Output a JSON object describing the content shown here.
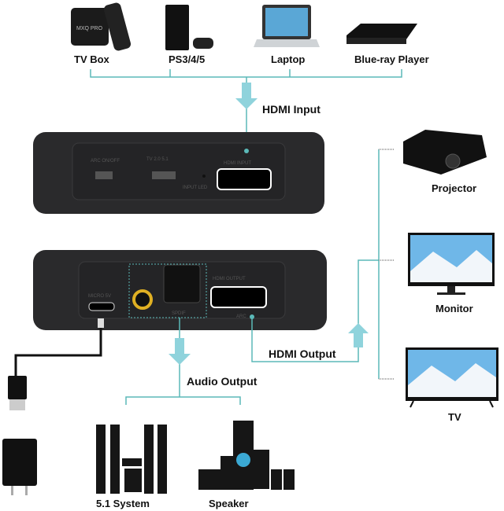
{
  "sources": [
    {
      "label": "TV Box"
    },
    {
      "label": "PS3/4/5"
    },
    {
      "label": "Laptop"
    },
    {
      "label": "Blue-ray Player"
    }
  ],
  "hdmi_input_label": "HDMI Input",
  "hdmi_output_label": "HDMI Output",
  "audio_output_label": "Audio Output",
  "displays": [
    {
      "label": "Projector"
    },
    {
      "label": "Monitor"
    },
    {
      "label": "TV"
    }
  ],
  "audio_devices": [
    {
      "label": "5.1 System"
    },
    {
      "label": "Speaker"
    }
  ],
  "device_front": {
    "arc_switch": "ARC ON/OFF",
    "mode_switch": "TV 2.0 5.1",
    "hdmi_in": "HDMI INPUT",
    "led": "INPUT LED"
  },
  "device_back": {
    "power": "MICRO 5V",
    "spdif": "SPDIF",
    "hdmi_out": "HDMI OUTPUT",
    "arc": "ARC"
  },
  "tv_box_logo": "MXQ PRO",
  "colors": {
    "connector": "#5bb9b8",
    "device_body": "#2a2a2c",
    "background": "#ffffff"
  }
}
